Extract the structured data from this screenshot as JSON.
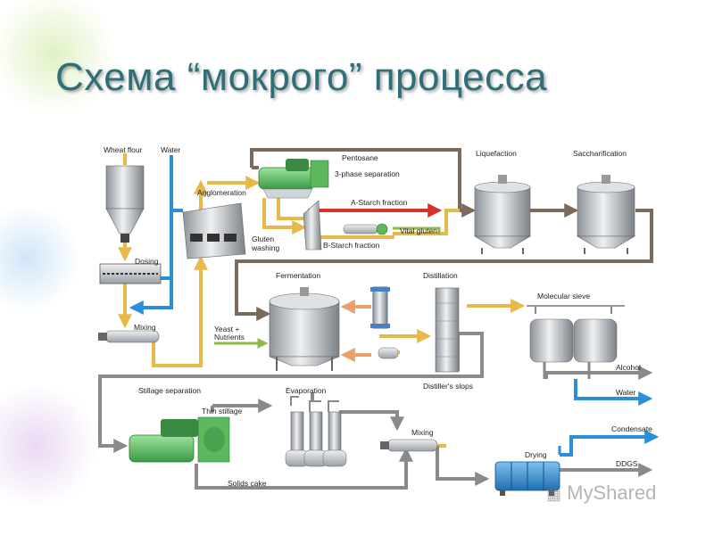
{
  "slide": {
    "title": "Схема “мокрого” процесса",
    "watermark": "MyShared"
  },
  "labels": {
    "wheat_flour": "Wheat flour",
    "water": "Water",
    "pentosane": "Pentosane",
    "three_phase": "3-phase separation",
    "agglomeration": "Agglomeration",
    "a_starch": "A-Starch fraction",
    "gluten_washing_1": "Gluten",
    "gluten_washing_2": "washing",
    "vital_gluten": "Vital gluten",
    "b_starch": "B-Starch fraction",
    "liquefaction": "Liquefaction",
    "saccharification": "Saccharification",
    "dosing": "Dosing",
    "fermentation": "Fermentation",
    "distillation": "Distillation",
    "molecular_sieve": "Molecular sieve",
    "mixing_1": "Mixing",
    "yeast_1": "Yeast +",
    "yeast_2": "Nutrients",
    "alcohol": "Alcohol",
    "water_out": "Water",
    "distillers_slops": "Distiller's slops",
    "stillage_separation": "Stillage separation",
    "evaporation": "Evaporation",
    "thin_stillage": "Thin stillage",
    "mixing_2": "Mixing",
    "condensate": "Condensate",
    "drying": "Drying",
    "ddgs": "DDGS",
    "solids_cake": "Solids cake"
  },
  "colors": {
    "title": "#2f6f78",
    "water_line": "#2a8fd6",
    "process_line": "#7a6b5a",
    "starch_line": "#e8b84a",
    "red_line": "#d6312b",
    "grey_line": "#8a8a8a",
    "separator_green": "#5cb85c",
    "dryer_blue": "#2e86c8"
  }
}
